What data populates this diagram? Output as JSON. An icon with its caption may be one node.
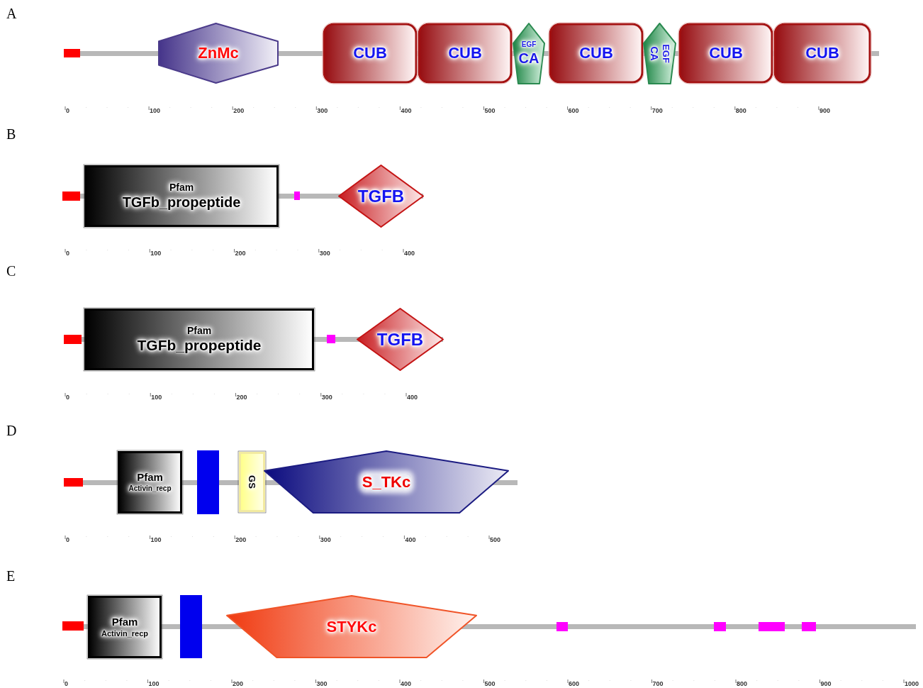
{
  "diagram": {
    "nodes": [
      {
        "text": [],
        "shape": "bar"
      },
      {
        "text": [
          "ZnMc"
        ]
      },
      {
        "text": [
          "CUB"
        ]
      },
      {
        "text": [
          "CUB"
        ]
      },
      {
        "text": [
          "EGF",
          "CA"
        ]
      },
      {
        "text": [
          "CUB"
        ]
      },
      {
        "text": [
          "EGF",
          "CA"
        ]
      },
      {
        "text": [
          "CUB"
        ]
      },
      {
        "text": [
          "CUB"
        ]
      },
      {
        "text": [],
        "shape": "bar"
      },
      {
        "text": [
          "Pfam",
          "TGFb_propeptide"
        ]
      },
      {
        "text": [],
        "shape": "bar"
      },
      {
        "text": [
          "TGFB"
        ]
      },
      {
        "text": [],
        "shape": "bar"
      },
      {
        "text": [
          "Pfam",
          "TGFb_propeptide"
        ]
      },
      {
        "text": [],
        "shape": "bar"
      },
      {
        "text": [
          "TGFB"
        ]
      },
      {
        "text": [],
        "shape": "bar"
      },
      {
        "text": [
          "Pfam",
          "Activin_recp"
        ]
      },
      {
        "text": [],
        "shape": "bar"
      },
      {
        "text": [
          "GS"
        ]
      },
      {
        "text": [
          "S_TKc"
        ]
      },
      {
        "text": [],
        "shape": "bar"
      },
      {
        "text": [
          "Pfam",
          "Activin_recp"
        ]
      },
      {
        "text": [],
        "shape": "bar"
      },
      {
        "text": [
          "STYKc"
        ]
      },
      {
        "text": [],
        "shape": "bar"
      },
      {
        "text": [],
        "shape": "bar"
      },
      {
        "text": [],
        "shape": "bar"
      },
      {
        "text": [],
        "shape": "bar"
      }
    ],
    "labels": [
      "A",
      "0",
      "100",
      "200",
      "300",
      "400",
      "500",
      "600",
      "700",
      "800",
      "900",
      "B",
      "0",
      "100",
      "200",
      "300",
      "400",
      "C",
      "0",
      "100",
      "200",
      "300",
      "400",
      "D",
      "0",
      "100",
      "200",
      "300",
      "400",
      "500",
      "E",
      "0",
      "100",
      "200",
      "300",
      "400",
      "500",
      "600",
      "700",
      "800",
      "900",
      "1000"
    ]
  }
}
